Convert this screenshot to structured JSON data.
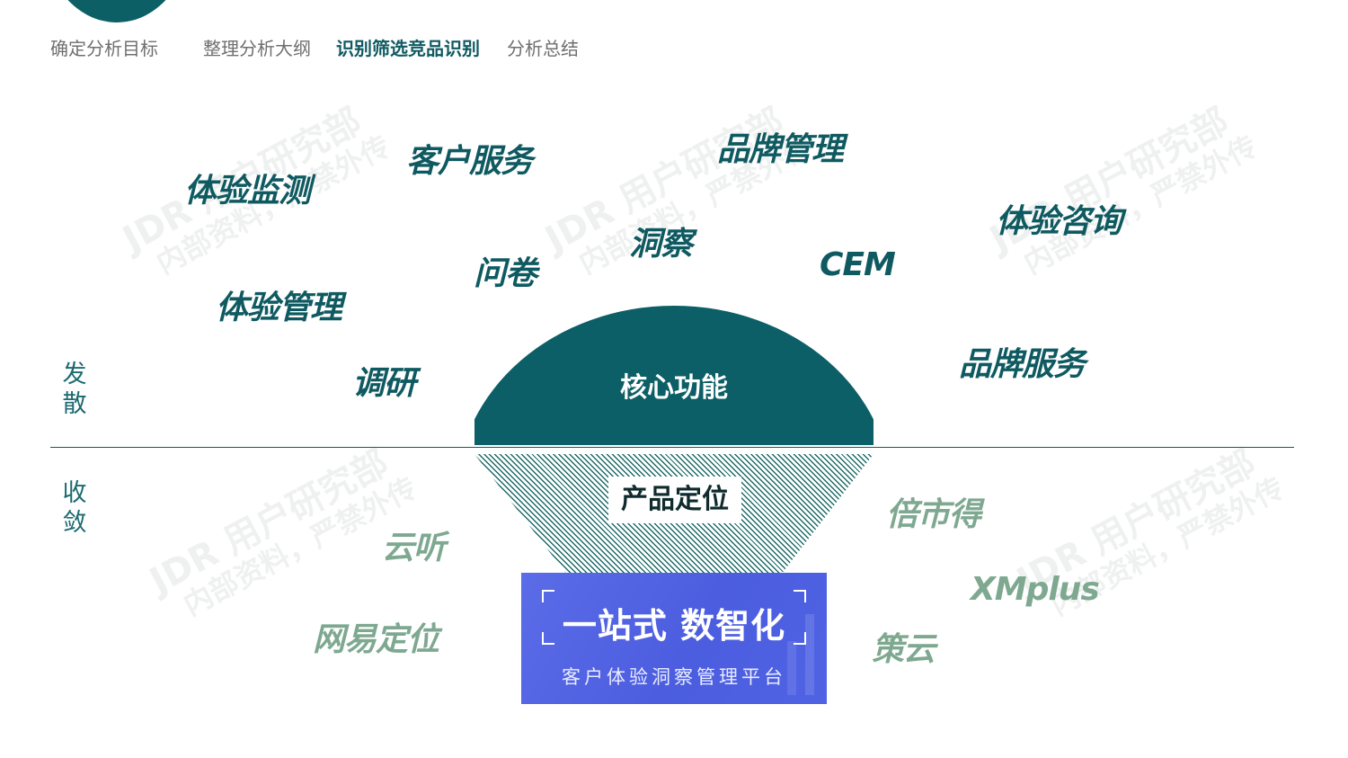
{
  "nav": {
    "steps": [
      "确定分析目标",
      "整理分析大纲",
      "识别筛选竞品识别",
      "分析总结"
    ],
    "active_index": 2
  },
  "side_labels": {
    "diverge": [
      "发",
      "散"
    ],
    "converge": [
      "收",
      "敛"
    ]
  },
  "diverge_keywords": [
    "客户服务",
    "品牌管理",
    "体验监测",
    "洞察",
    "体验咨询",
    "问卷",
    "CEM",
    "体验管理",
    "调研",
    "品牌服务"
  ],
  "core": {
    "label": "核心功能"
  },
  "positioning": {
    "label": "产品定位"
  },
  "banner": {
    "title": "一站式 数智化",
    "subtitle": "客户体验洞察管理平台"
  },
  "competitors": [
    "倍市得",
    "云听",
    "XMplus",
    "网易定位",
    "策云"
  ],
  "watermark": {
    "line1": "JDR 用户研究部",
    "line2": "内部资料，严禁外传"
  },
  "colors": {
    "primary": "#0f5a61",
    "muted_green": "#7ea890",
    "banner": "#5265e4"
  }
}
